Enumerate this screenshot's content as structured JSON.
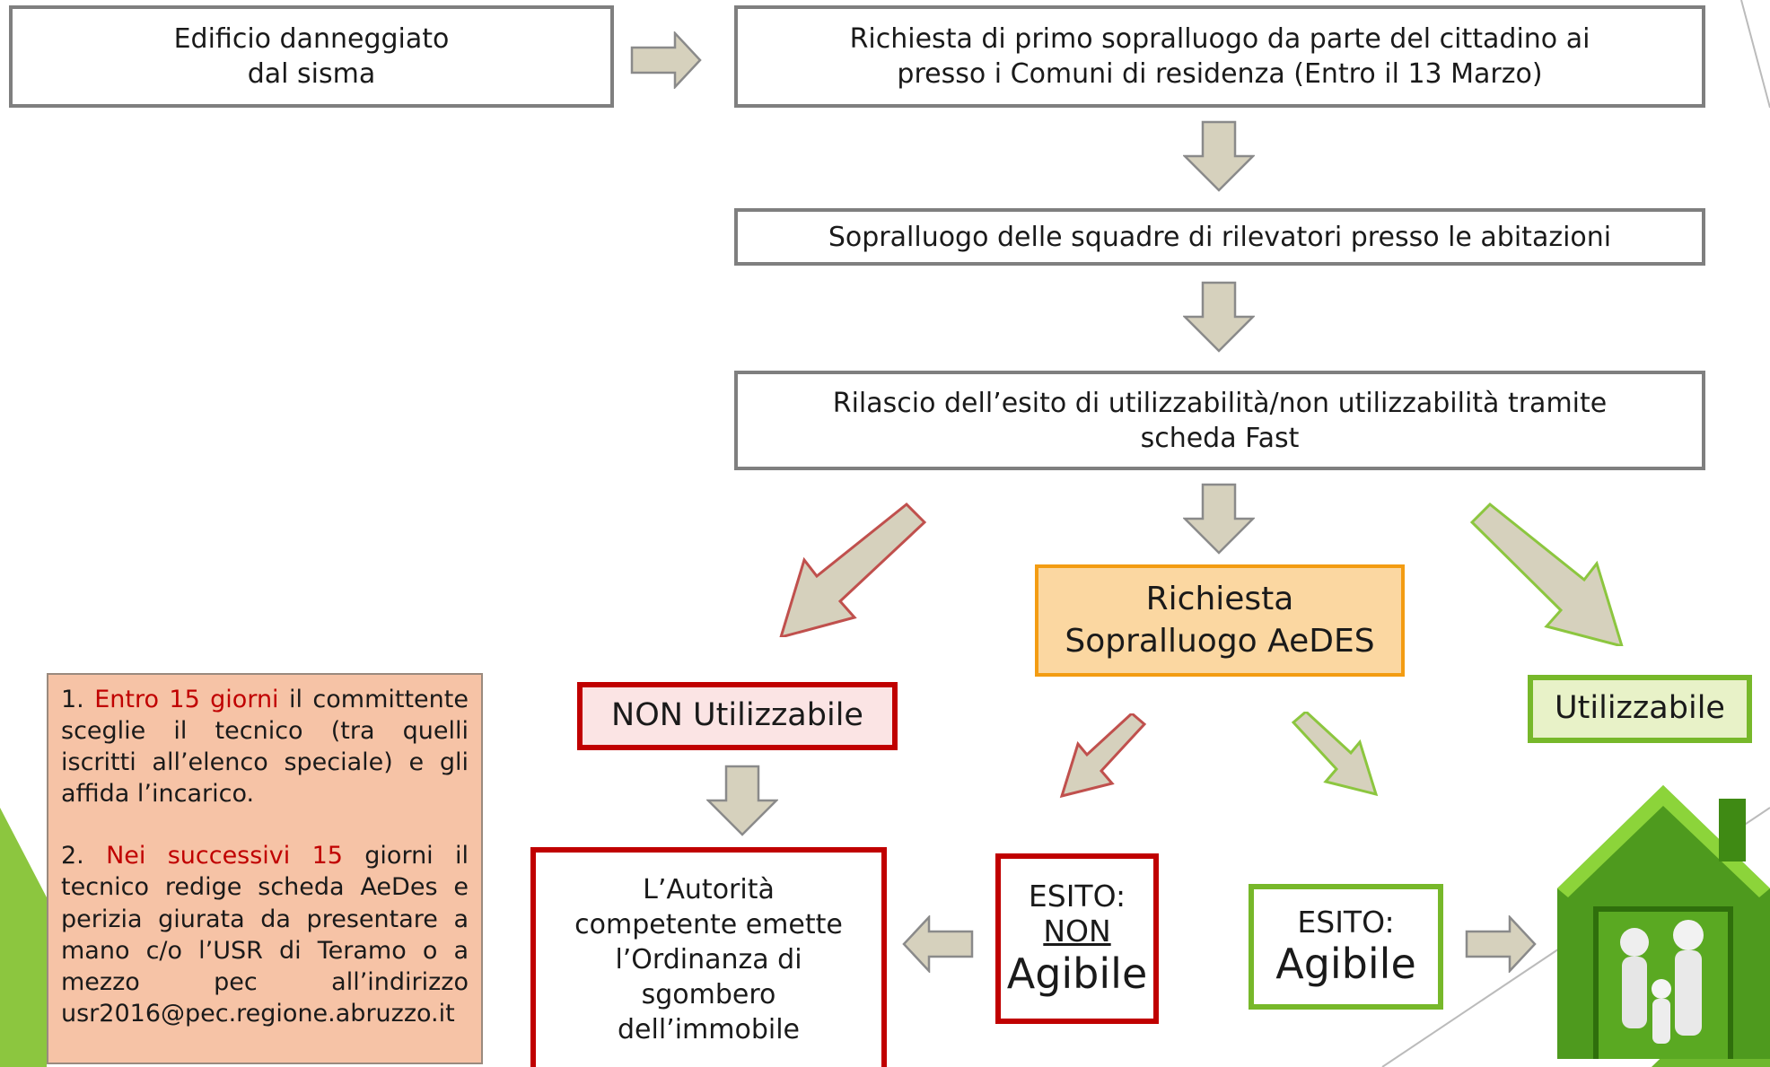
{
  "nodes": {
    "edificio": {
      "line1": "Edificio danneggiato",
      "line2": "dal sisma"
    },
    "richiesta": {
      "line1": "Richiesta di primo sopralluogo da parte del cittadino ai",
      "line2": "presso i Comuni di residenza (Entro il 13 Marzo)"
    },
    "sopralluogo": {
      "text": "Sopralluogo delle squadre di rilevatori presso le abitazioni"
    },
    "rilascio": {
      "line1": "Rilascio dell’esito di utilizzabilità/non utilizzabilità tramite",
      "line2": "scheda Fast"
    },
    "aedes": {
      "line1": "Richiesta",
      "line2": "Sopralluogo AeDES"
    },
    "non_utilizzabile": {
      "text": "NON Utilizzabile"
    },
    "utilizzabile": {
      "text": "Utilizzabile"
    },
    "autorita": {
      "line1": "L’Autorità",
      "line2": "competente emette",
      "line3": "l’Ordinanza di",
      "line4": "sgombero",
      "line5": "dell’immobile"
    },
    "esito_non": {
      "line1": "ESITO:",
      "line2": "NON",
      "line3": "Agibile"
    },
    "esito_agibile": {
      "line1": "ESITO:",
      "line2": "Agibile"
    }
  },
  "note": {
    "p1_num": "1.",
    "p1_highlight": "Entro 15 giorni",
    "p1_rest": "il committente sceglie il tecnico (tra quelli iscritti all’elenco speciale) e gli affida l’incarico.",
    "p2_num": "2.",
    "p2_highlight": "Nei successivi 15",
    "p2_rest": "giorni il tecnico redige scheda AeDes e perizia giurata da presentare a mano c/o l’USR di Teramo o a mezzo pec all’indirizzo usr2016@pec.regione.abruzzo.it"
  },
  "colors": {
    "grey_border": "#7f7f7f",
    "arrow_fill": "#d6d1bd",
    "red": "#c00000",
    "green": "#77b82a",
    "orange": "#f39c12",
    "note_bg": "#f6c3a6"
  }
}
